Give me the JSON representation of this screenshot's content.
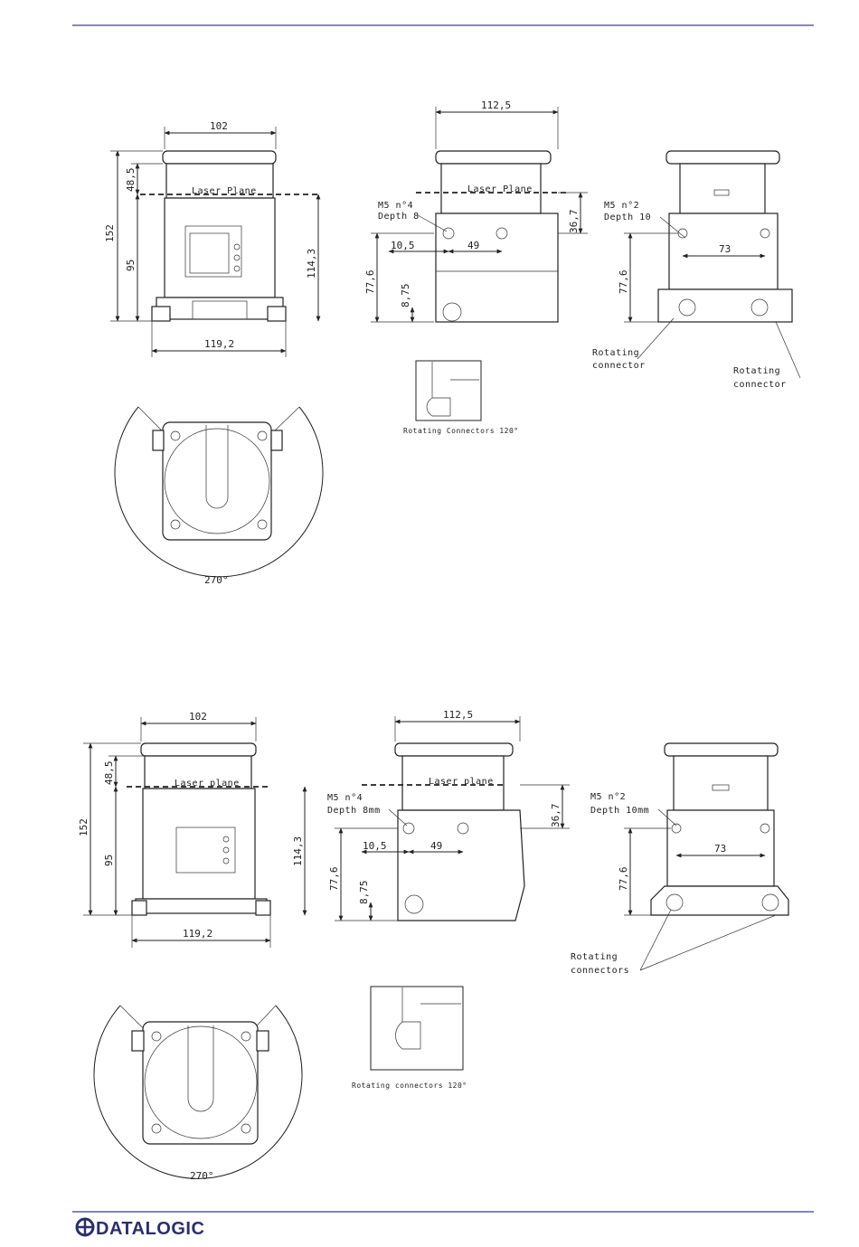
{
  "brand": {
    "name": "DATALOGIC",
    "color": "#2b2f6b",
    "rule_color": "#3b3f8c"
  },
  "top": {
    "front": {
      "width": "102",
      "laser_height": "48,5",
      "total_height": "152",
      "lower_height": "95",
      "right_height": "114,3",
      "base_width": "119,2",
      "laser_label": "Laser Plane"
    },
    "side": {
      "width": "112,5",
      "laser_label": "Laser Plane",
      "m5": "M5 n°4",
      "depth": "Depth 8",
      "offset_a": "10,5",
      "offset_b": "49",
      "height_a": "77,6",
      "height_b": "8,75",
      "top_height": "36,7"
    },
    "back": {
      "m5": "M5 n°2",
      "depth": "Depth 10",
      "spacing": "73",
      "height": "77,6",
      "conn_left": [
        "Rotating",
        "connector"
      ],
      "conn_right": [
        "Rotating",
        "connector"
      ]
    },
    "detail_caption": "Rotating Connectors 120°",
    "angle": "270°"
  },
  "bottom": {
    "front": {
      "width": "102",
      "laser_height": "48,5",
      "total_height": "152",
      "lower_height": "95",
      "right_height": "114,3",
      "base_width": "119,2",
      "laser_label": "Laser plane"
    },
    "side": {
      "width": "112,5",
      "laser_label": "Laser plane",
      "m5": "M5 n°4",
      "depth": "Depth 8mm",
      "offset_a": "10,5",
      "offset_b": "49",
      "height_a": "77,6",
      "height_b": "8,75",
      "top_height": "36,7"
    },
    "back": {
      "m5": "M5 n°2",
      "depth": "Depth 10mm",
      "spacing": "73",
      "height": "77,6",
      "conn": [
        "Rotating",
        "connectors"
      ]
    },
    "detail_caption": "Rotating connectors 120°",
    "angle": "270°"
  }
}
